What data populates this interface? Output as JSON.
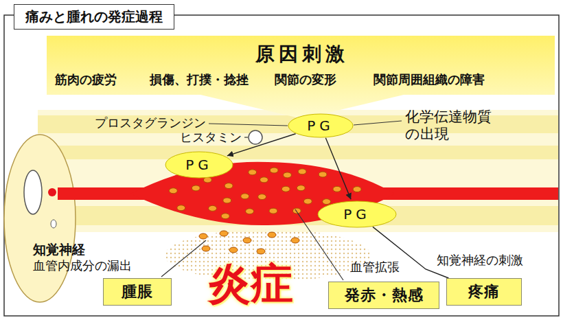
{
  "diagram": {
    "title": "痛みと腫れの発症過程",
    "nodes": [
      {
        "text": [
          "原因刺激",
          "筋肉の疲労",
          "損傷、打撲・捻挫",
          "関節の変形",
          "関節周囲組織の障害"
        ]
      },
      {
        "text": [
          "PG"
        ]
      },
      {
        "text": [
          "PG"
        ]
      },
      {
        "text": [
          "PG"
        ]
      },
      {
        "text": [
          "腫脹"
        ]
      },
      {
        "text": [
          "発赤・熱感"
        ]
      },
      {
        "text": [
          "疼痛"
        ]
      }
    ],
    "edges": [
      {
        "from": 1,
        "to": 2,
        "arrow": "to"
      },
      {
        "from": 1,
        "to": 3,
        "arrow": "to"
      },
      {
        "from": 3,
        "to": 6,
        "arrow": "none"
      }
    ],
    "labels": [
      "プロスタグランジン",
      "ヒスタミン",
      "化学伝達物質の出現",
      "知覚神経",
      "血管内成分の漏出",
      "炎症",
      "血管拡張",
      "知覚神経の刺激"
    ]
  }
}
